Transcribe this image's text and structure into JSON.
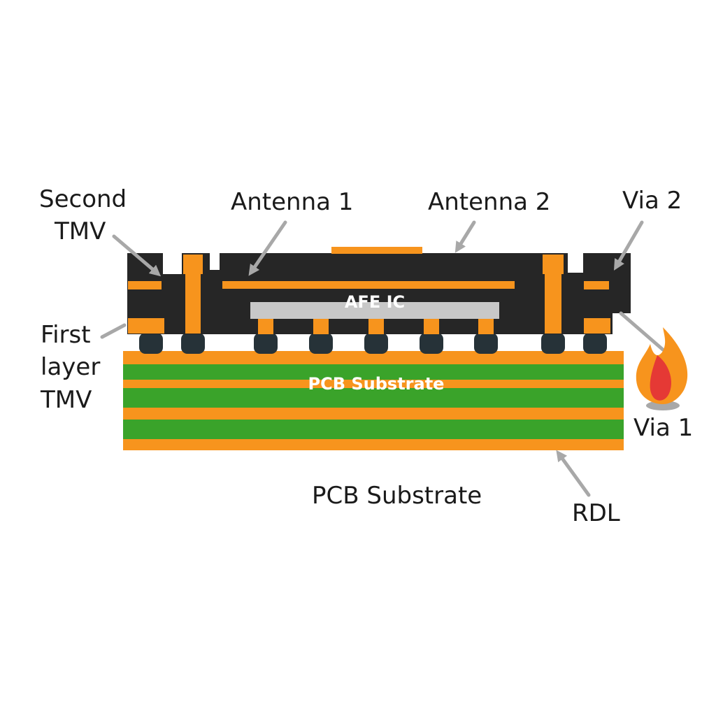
{
  "labels": {
    "second_tmv_line1": "Second",
    "second_tmv_line2": "TMV",
    "antenna1": "Antenna 1",
    "antenna2": "Antenna 2",
    "via2": "Via 2",
    "first_tmv_line1": "First",
    "first_tmv_line2": "layer",
    "first_tmv_line3": "TMV",
    "afe_ic": "AFE IC",
    "pcb_inner": "PCB Substrate",
    "via1": "Via 1",
    "pcb_below": "PCB Substrate",
    "rdl": "RDL"
  },
  "colors": {
    "mold": "#262626",
    "copper": "#f7941d",
    "substrate_green": "#3aa32a",
    "chip": "#c8c8c8",
    "bump": "#263238",
    "arrow": "#a8a8a8",
    "flame_outer": "#f7941d",
    "flame_inner": "#e53935"
  },
  "icons": [
    "flame-icon"
  ]
}
